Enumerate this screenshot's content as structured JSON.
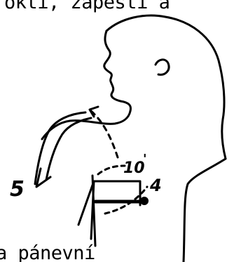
{
  "text": {
    "top_line": "okti, zápěstí a",
    "bottom_line": "a pánevní"
  },
  "labels": {
    "five": "5",
    "ten": "10",
    "degree_mark": "'",
    "four": "4"
  },
  "colors": {
    "ink": "#000000",
    "paper": "#ffffff"
  }
}
